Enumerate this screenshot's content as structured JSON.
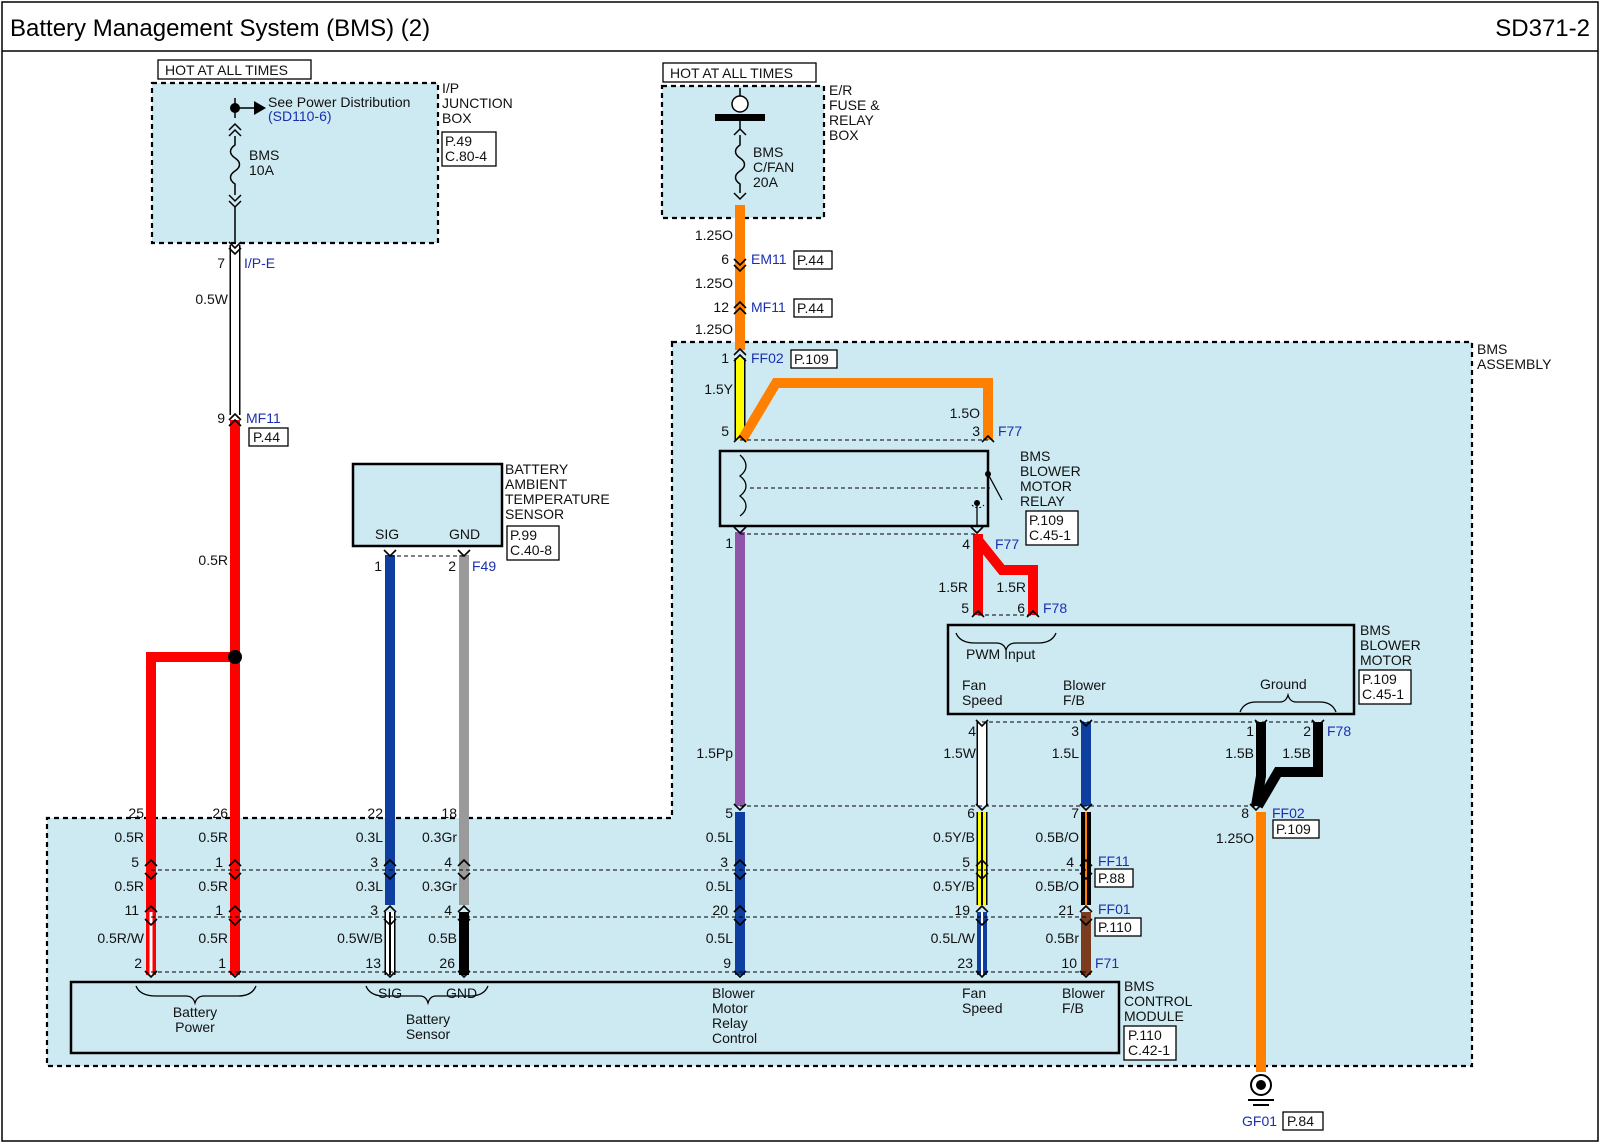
{
  "header": {
    "title": "Battery Management System (BMS) (2)",
    "code": "SD371-2"
  },
  "ip_box": {
    "hot_label": "HOT AT ALL TIMES",
    "name": [
      "I/P",
      "JUNCTION",
      "BOX"
    ],
    "refs": [
      "P.49",
      "C.80-4"
    ],
    "see_text": "See Power Distribution",
    "see_link": "(SD110-6)",
    "fuse": [
      "BMS",
      "10A"
    ]
  },
  "er_box": {
    "hot_label": "HOT AT ALL TIMES",
    "name": [
      "E/R",
      "FUSE &",
      "RELAY",
      "BOX"
    ],
    "fuse": [
      "BMS",
      "C/FAN",
      "20A"
    ]
  },
  "bms_assembly": [
    "BMS",
    "ASSEMBLY"
  ],
  "ambient_sensor": {
    "name": [
      "BATTERY",
      "AMBIENT",
      "TEMPERATURE",
      "SENSOR"
    ],
    "refs": [
      "P.99",
      "C.40-8"
    ],
    "pins": [
      "SIG",
      "GND"
    ]
  },
  "relay": {
    "name": [
      "BMS",
      "BLOWER",
      "MOTOR",
      "RELAY"
    ],
    "refs": [
      "P.109",
      "C.45-1"
    ]
  },
  "motor": {
    "name": [
      "BMS",
      "BLOWER",
      "MOTOR"
    ],
    "refs": [
      "P.109",
      "C.45-1"
    ],
    "pwm": "PWM Input",
    "fan_speed": [
      "Fan",
      "Speed"
    ],
    "blower_fb": [
      "Blower",
      "F/B"
    ],
    "ground": "Ground"
  },
  "control_module": {
    "name": [
      "BMS",
      "CONTROL",
      "MODULE"
    ],
    "refs": [
      "P.110",
      "C.42-1"
    ],
    "battery_power": [
      "Battery",
      "Power"
    ],
    "battery_sensor": [
      "Battery",
      "Sensor"
    ],
    "sig": "SIG",
    "gnd": "GND",
    "relay_control": [
      "Blower",
      "Motor",
      "Relay",
      "Control"
    ],
    "fan_speed": [
      "Fan",
      "Speed"
    ],
    "blower_fb": [
      "Blower",
      "F/B"
    ]
  },
  "ground_point": {
    "name": "GF01",
    "ref": "P.84"
  },
  "connectors": {
    "ipe": "I/P-E",
    "mf11_a": "MF11",
    "mf11_a_ref": "P.44",
    "em11": "EM11",
    "em11_ref": "P.44",
    "mf11_b": "MF11",
    "mf11_b_ref": "P.44",
    "ff02_a": "FF02",
    "ff02_a_ref": "P.109",
    "f77_a": "F77",
    "f77_b": "F77",
    "f78_a": "F78",
    "f78_b": "F78",
    "f49": "F49",
    "ff02_b": "FF02",
    "ff02_b_ref": "P.109",
    "ff11": "FF11",
    "ff11_ref": "P.88",
    "ff01": "FF01",
    "ff01_ref": "P.110",
    "f71": "F71"
  },
  "wires": {
    "w_05W": "0.5W",
    "w_05R_top": "0.5R",
    "w_125O_1": "1.25O",
    "w_125O_2": "1.25O",
    "w_125O_3": "1.25O",
    "w_15Y": "1.5Y",
    "w_15O": "1.5O",
    "w_15Pp": "1.5Pp",
    "w_15R_a": "1.5R",
    "w_15R_b": "1.5R",
    "w_15W": "1.5W",
    "w_15L": "1.5L",
    "w_15B_a": "1.5B",
    "w_15B_b": "1.5B",
    "w_125O_gnd": "1.25O",
    "r1": [
      "0.5R",
      "0.5R",
      "0.3L",
      "0.3Gr",
      "0.5L",
      "0.5Y/B",
      "0.5B/O"
    ],
    "r2": [
      "0.5R",
      "0.5R",
      "0.3L",
      "0.3Gr",
      "0.5L",
      "0.5Y/B",
      "0.5B/O"
    ],
    "r3": [
      "0.5R/W",
      "0.5R",
      "0.5W/B",
      "0.5B",
      "0.5L",
      "0.5L/W",
      "0.5Br"
    ]
  },
  "pins": {
    "p7": "7",
    "p9": "9",
    "p6": "6",
    "p12": "12",
    "p1_ff02": "1",
    "relay_5": "5",
    "relay_3": "3",
    "relay_1": "1",
    "relay_4": "4",
    "motor_5": "5",
    "motor_6": "6",
    "motor_4": "4",
    "motor_3": "3",
    "motor_1": "1",
    "motor_2": "2",
    "sensor_1": "1",
    "sensor_2": "2",
    "ff02_8": "8",
    "row1": [
      "25",
      "26",
      "22",
      "18",
      "5",
      "6",
      "7"
    ],
    "row2": [
      "5",
      "1",
      "3",
      "4",
      "3",
      "5",
      "4"
    ],
    "row3": [
      "11",
      "1",
      "3",
      "4",
      "20",
      "19",
      "21"
    ],
    "row4": [
      "2",
      "1",
      "13",
      "26",
      "9",
      "23",
      "10"
    ]
  },
  "colors": {
    "red": "#ff0000",
    "orange": "#ff8000",
    "yellow": "#ffff00",
    "purple": "#8e55a8",
    "blue": "#0d3ea0",
    "gray": "#9a9a9a",
    "black": "#000000",
    "brown": "#7a3b1e",
    "box_fill": "#cdeaf2",
    "link_blue": "#1a2fb0"
  }
}
